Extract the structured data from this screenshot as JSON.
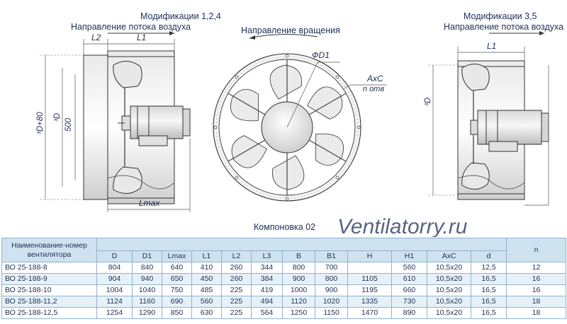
{
  "drawing": {
    "left_view": {
      "mods_title": "Модификации 1,2,4",
      "flow_title": "Направление потока воздуха",
      "dims": {
        "l2": "L2",
        "l1": "L1",
        "d80": "³D+80",
        "d": "³D",
        "h500": "500",
        "lmax": "Lmax"
      }
    },
    "center_view": {
      "rotation_title": "Направление вращения",
      "fd1": "ФD1",
      "axc": "AxC",
      "n_otv": "n отв",
      "layout_caption": "Компоновка 02"
    },
    "right_view": {
      "mods_title": "Модификации 3,5",
      "flow_title": "Направление потока воздуха",
      "dims": {
        "l1": "L1",
        "d": "³D"
      }
    },
    "watermark": "Ventilatorry.ru"
  },
  "table": {
    "header_name": "Наименование-номер вентилятора",
    "header_n": "n",
    "columns": [
      "D",
      "D1",
      "Lmax",
      "L1",
      "L2",
      "L3",
      "B",
      "B1",
      "H",
      "H1",
      "AxC",
      "d"
    ],
    "rows": [
      {
        "model": "ВО 25-188-8",
        "values": [
          "804",
          "840",
          "640",
          "410",
          "260",
          "344",
          "800",
          "700",
          "",
          "560",
          "10,5x20",
          "12,5"
        ],
        "n": "12"
      },
      {
        "model": "ВО 25-188-9",
        "values": [
          "904",
          "940",
          "650",
          "450",
          "260",
          "384",
          "900",
          "800",
          "1105",
          "610",
          "10,5x20",
          "16,5"
        ],
        "n": "16"
      },
      {
        "model": "ВО 25-188-10",
        "values": [
          "1004",
          "1040",
          "750",
          "485",
          "225",
          "419",
          "1000",
          "900",
          "1195",
          "660",
          "10,5x20",
          "16,5"
        ],
        "n": "16"
      },
      {
        "model": "ВО 25-188-11,2",
        "values": [
          "1124",
          "1160",
          "690",
          "560",
          "225",
          "494",
          "1120",
          "1020",
          "1335",
          "730",
          "10,5x20",
          "16,5"
        ],
        "n": "18"
      },
      {
        "model": "ВО 25-188-12,5",
        "values": [
          "1254",
          "1290",
          "850",
          "630",
          "225",
          "564",
          "1250",
          "1150",
          "1470",
          "890",
          "10,5x20",
          "16,5"
        ],
        "n": "18"
      }
    ]
  }
}
